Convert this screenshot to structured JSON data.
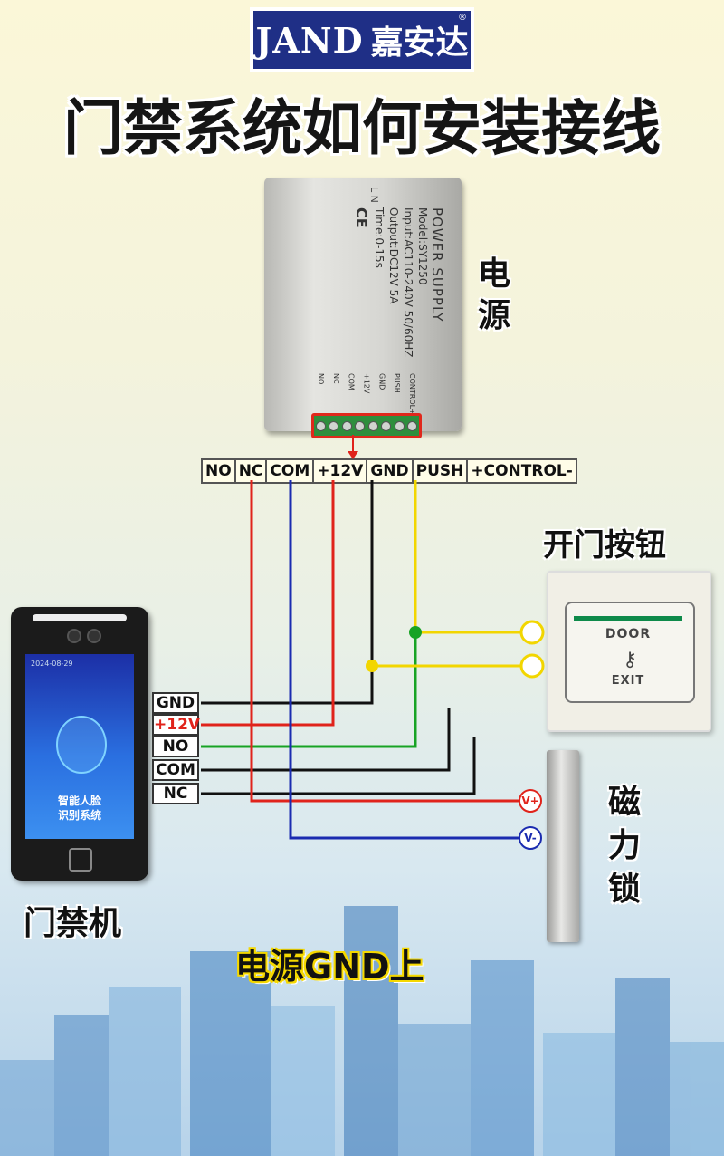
{
  "logo": {
    "brand_en": "JAND",
    "brand_cn": "嘉安达",
    "reg": "®"
  },
  "title": "门禁系统如何安装接线",
  "labels": {
    "power_supply": "电源",
    "exit_button": "开门按钮",
    "access_device": "门禁机",
    "maglock": "磁力锁",
    "bottom_caption": "电源GND上"
  },
  "psu_face": {
    "header": "POWER SUPPLY",
    "model": "Model:SY1250",
    "input": "Input:AC110-240V  50/60HZ",
    "output": "Output:DC12V  5A",
    "time": "Time:0-15s",
    "ce": "CE",
    "side_terminals": "L N",
    "terminal_labels": [
      "NO",
      "NC",
      "COM",
      "+12V",
      "GND",
      "PUSH",
      "CONTROL+"
    ]
  },
  "terminal_strip": [
    "NO",
    "NC",
    "COM",
    "+12V",
    "GND",
    "PUSH",
    "+CONTROL-"
  ],
  "device_terminals": [
    "GND",
    "+12V",
    "NO",
    "COM",
    "NC"
  ],
  "device_screen": {
    "date": "2024-08-29",
    "line1": "智能人脸",
    "line2": "识别系统"
  },
  "exit_button_face": {
    "top": "DOOR",
    "bottom": "EXIT"
  },
  "maglock_terminals": [
    "V+",
    "V-"
  ],
  "colors": {
    "red": "#e0231b",
    "black": "#111111",
    "blue": "#1a2bb0",
    "yellow": "#f2d600",
    "green": "#17a324"
  }
}
